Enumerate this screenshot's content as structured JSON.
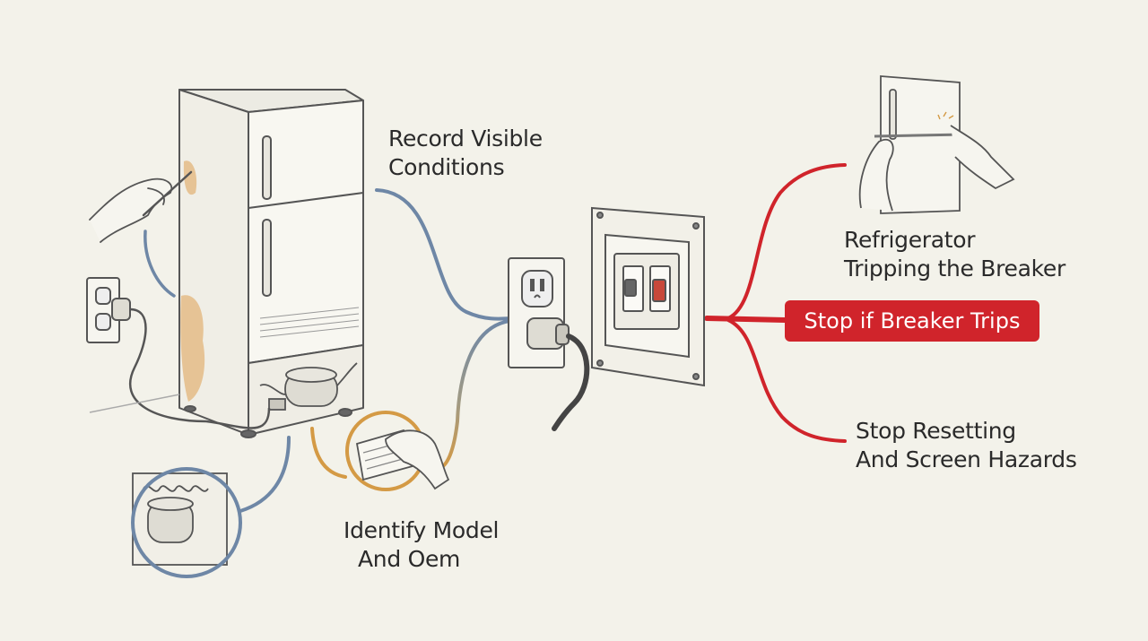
{
  "labels": {
    "record": [
      "Record Visible",
      "Conditions"
    ],
    "identify": [
      "Identify Model",
      "And Oem"
    ],
    "tripping": [
      "Refrigerator",
      "Tripping the Breaker"
    ],
    "stop_callout": "Stop if Breaker Trips",
    "screen": [
      "Stop Resetting",
      "And Screen Hazards"
    ]
  },
  "colors": {
    "background": "#f3f2ea",
    "ink": "#555555",
    "blue_path": "#6e87a6",
    "orange_path": "#d49a45",
    "red_path": "#d0242b",
    "rust": "#e3b47a",
    "breaker_switch_red": "#c8483a"
  },
  "icons": [
    "refrigerator-icon",
    "hand-pen-icon",
    "wall-outlet-icon",
    "compressor-icon",
    "nameplate-hand-icon",
    "breaker-panel-icon",
    "door-test-icon"
  ]
}
